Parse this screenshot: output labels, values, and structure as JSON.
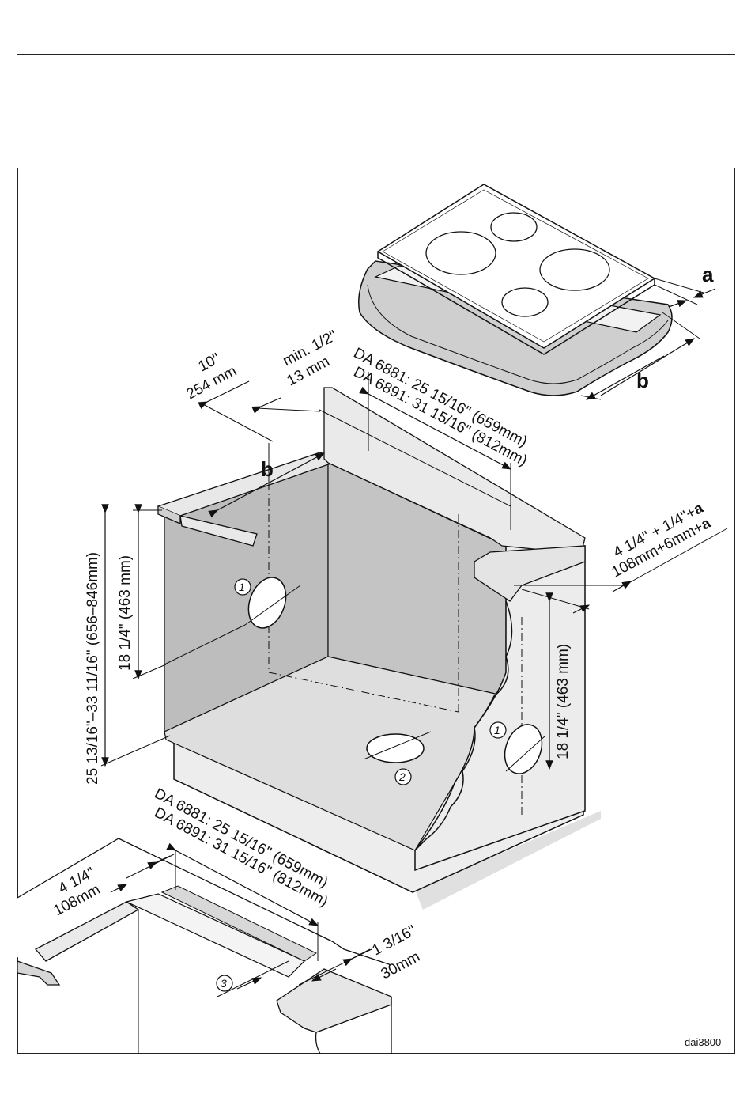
{
  "diagram_code": "dai3800",
  "labels": {
    "a": "a",
    "b_hob": "b",
    "b_cabinet": "b",
    "depth_in": "10\"",
    "depth_mm": "254 mm",
    "gap_in": "min. 1/2\"",
    "gap_mm": "13 mm",
    "top_width_l1": "DA 6881: 25 15/16\" (659mm)",
    "top_width_l2": "DA 6891: 31 15/16\" (812mm)",
    "side_offset_in": "4 1/4\" + 1/4\"+",
    "side_offset_in_a": "a",
    "side_offset_mm": "108mm+6mm+",
    "side_offset_mm_a": "a",
    "height_left": "18 1/4\" (463 mm)",
    "height_range": "25 13/16\"–33 11/16\" (656–846mm)",
    "height_right": "18 1/4\" (463 mm)",
    "bottom_width_l1": "DA 6881: 25 15/16\" (659mm)",
    "bottom_width_l2": "DA 6891: 31 15/16\" (812mm)",
    "bottom_depth_in": "4 1/4\"",
    "bottom_depth_mm": "108mm",
    "slot_in": "1 3/16\"",
    "slot_mm": "30mm"
  },
  "markers": [
    "1",
    "1",
    "2",
    "3"
  ]
}
